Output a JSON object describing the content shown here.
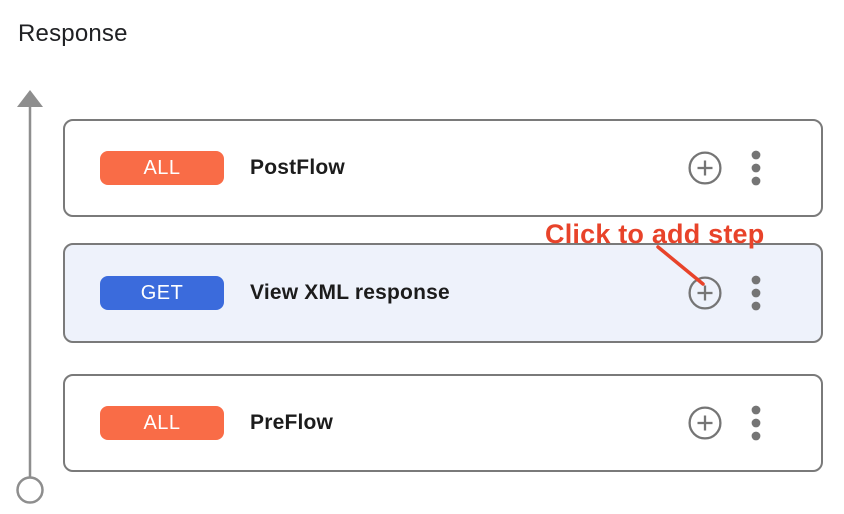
{
  "page_title": "Response",
  "flow": {
    "cards": [
      {
        "method": "ALL",
        "name": "PostFlow"
      },
      {
        "method": "GET",
        "name": "View XML response"
      },
      {
        "method": "ALL",
        "name": "PreFlow"
      }
    ]
  },
  "annotation": {
    "label": "Click to add step"
  },
  "colors": {
    "badge_all": "#f96c47",
    "badge_get": "#3b6bdc",
    "selected_bg": "#eef2fb",
    "card_border": "#7a7a7a",
    "icon_gray": "#757575",
    "arrow_gray": "#8e8e8e",
    "annotation_red": "#e8432a"
  },
  "icons": {
    "add_step": "plus-in-circle",
    "more_options": "vertical-kebab-dots",
    "flow_direction": "up-arrow-with-origin-circle"
  }
}
